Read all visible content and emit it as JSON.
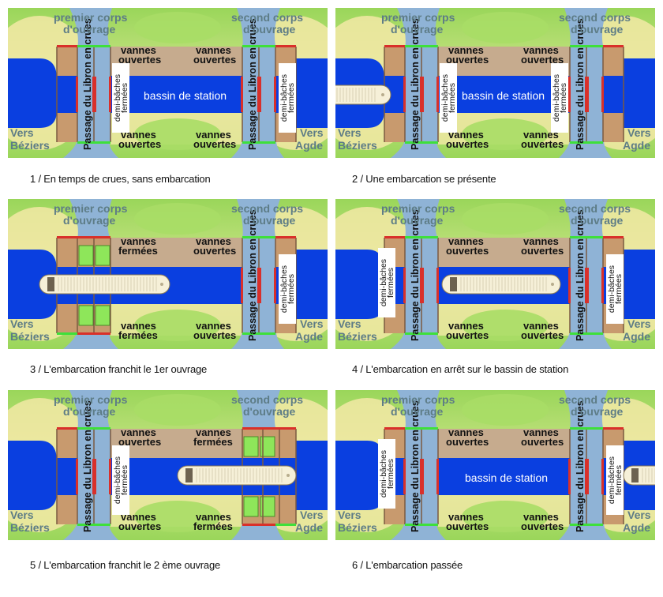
{
  "labels": {
    "premier_line1": "premier corps",
    "premier_line2": "d'ouvrage",
    "second_line1": "second corps",
    "second_line2": "d'ouvrage",
    "vers_beziers_1": "Vers",
    "vers_beziers_2": "Béziers",
    "vers_agde_1": "Vers",
    "vers_agde_2": "Agde",
    "libron": "Passage du Libron en crues",
    "demi_1": "demi-bâches",
    "demi_2": "fermées",
    "vannes": "vannes",
    "ouvertes": "ouvertes",
    "fermees": "fermées",
    "bassin": "bassin de station"
  },
  "colors": {
    "water": "#0a3fe0",
    "libron": "#8fb3d6",
    "brown": "#c89a6e",
    "tan": "#c6ab8e",
    "sand": "#f3e9a6",
    "grass": "#9ad65a",
    "gate_red": "#d9302a",
    "gate_green": "#3ee03a",
    "label_grey": "#5d7c86"
  },
  "panels": [
    {
      "caption": "1 / En temps de crues, sans embarcation",
      "first": "open",
      "second": "open",
      "boat": "none",
      "bassin_label": true,
      "demi_left_outer": false,
      "demi_left_inner": true,
      "demi_right_inner": false,
      "demi_right_outer": true
    },
    {
      "caption": "2 / Une embarcation se présente",
      "first": "open",
      "second": "open",
      "boat": "left-entering",
      "bassin_label": true,
      "demi_left_outer": false,
      "demi_left_inner": true,
      "demi_right_inner": true,
      "demi_right_outer": false
    },
    {
      "caption": "3 / L'embarcation franchit le 1er ouvrage",
      "first": "closed",
      "second": "open",
      "boat": "first",
      "bassin_label": false,
      "demi_left_outer": false,
      "demi_left_inner": false,
      "demi_right_inner": false,
      "demi_right_outer": true
    },
    {
      "caption": "4 / L'embarcation en arrêt sur le bassin de station",
      "first": "open",
      "second": "open",
      "boat": "basin",
      "bassin_label": false,
      "demi_left_outer": true,
      "demi_left_inner": false,
      "demi_right_inner": false,
      "demi_right_outer": true
    },
    {
      "caption": "5 / L'embarcation franchit le 2 ème ouvrage",
      "first": "open",
      "second": "closed",
      "boat": "second",
      "bassin_label": false,
      "demi_left_outer": false,
      "demi_left_inner": true,
      "demi_right_inner": false,
      "demi_right_outer": false
    },
    {
      "caption": "6 / L'embarcation passée",
      "first": "open",
      "second": "open",
      "boat": "right-exiting",
      "bassin_label": true,
      "demi_left_outer": true,
      "demi_left_inner": false,
      "demi_right_inner": false,
      "demi_right_outer": true
    }
  ]
}
